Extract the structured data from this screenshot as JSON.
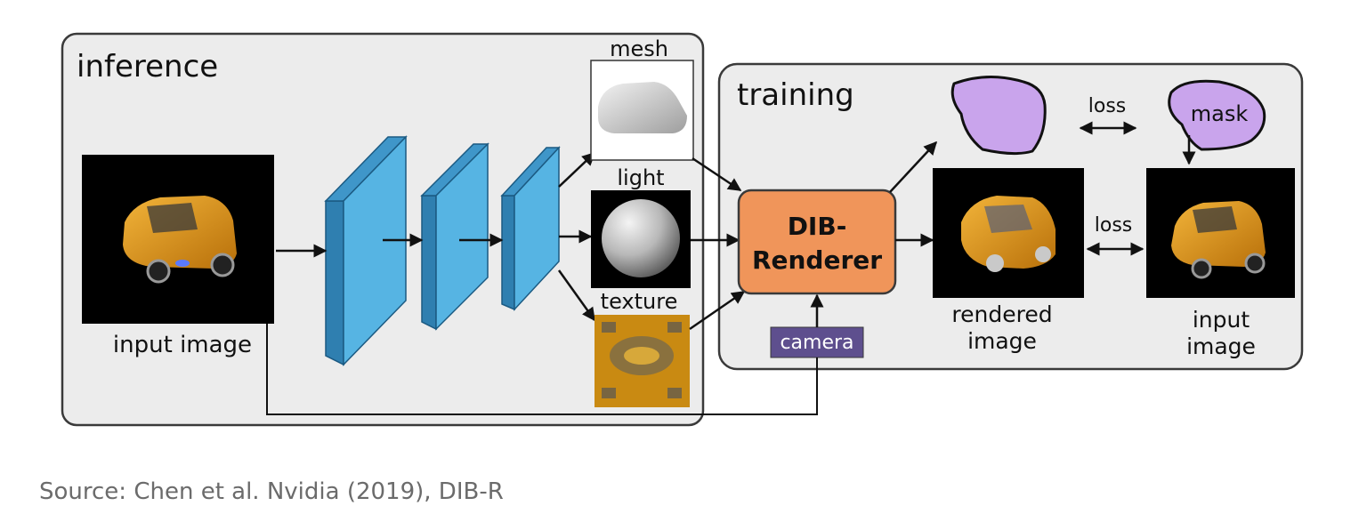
{
  "inference": {
    "title": "inference",
    "input_label": "input image"
  },
  "outputs": {
    "mesh": "mesh",
    "light": "light",
    "texture": "texture"
  },
  "training": {
    "title": "training",
    "renderer_line1": "DIB-",
    "renderer_line2": "Renderer",
    "camera": "camera",
    "loss_top": "loss",
    "loss_bottom": "loss",
    "mask": "mask",
    "rendered_line1": "rendered",
    "rendered_line2": "image",
    "input_line1": "input",
    "input_line2": "image"
  },
  "caption": "Source: Chen et al. Nvidia (2019), DIB-R",
  "colors": {
    "panel_fill": "#ececec",
    "panel_stroke": "#3a3a3a",
    "cnn_face": "#56b4e3",
    "cnn_side": "#2f7fb0",
    "renderer": "#f0955a",
    "camera": "#5e4f8e",
    "mask": "#c9a4ec",
    "car": "#d9921a"
  }
}
